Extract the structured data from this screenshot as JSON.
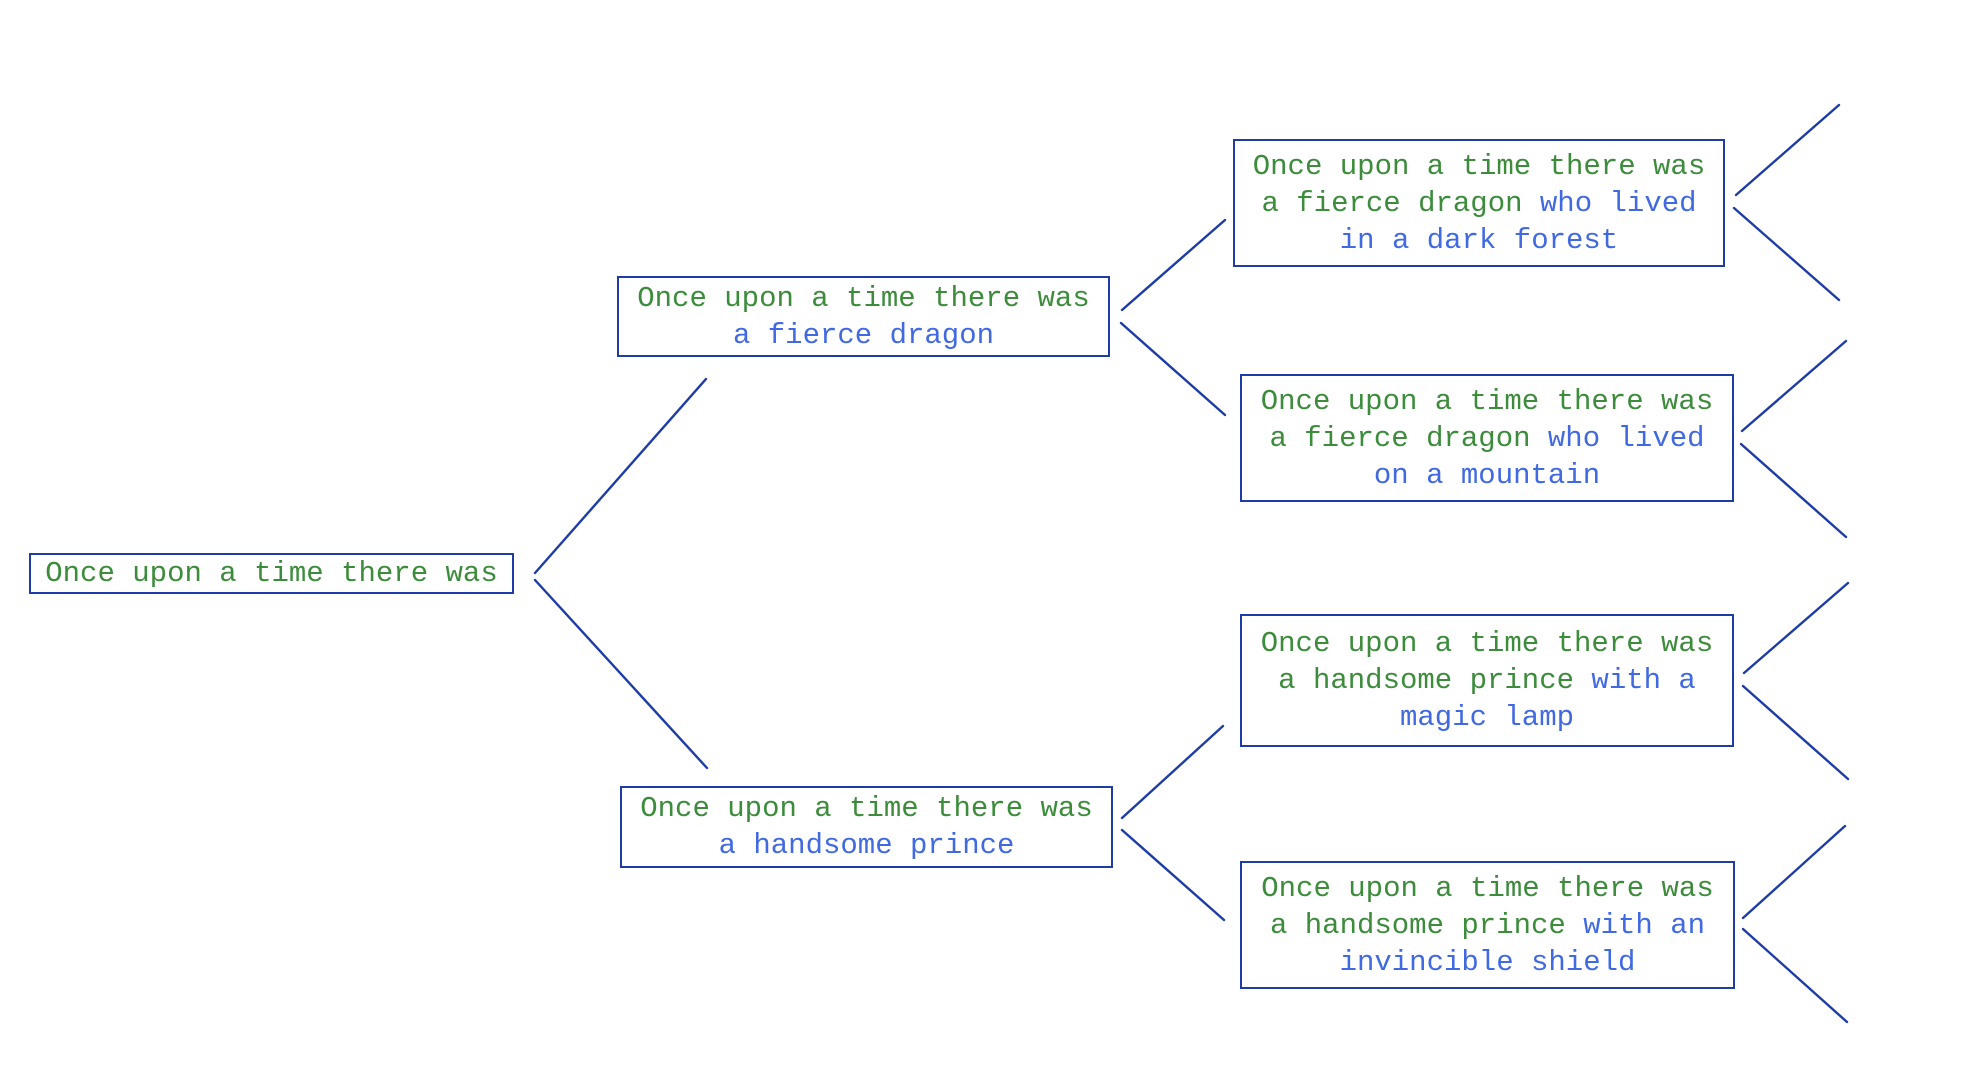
{
  "colors": {
    "prompt_text": "#3c8c3c",
    "completion_text": "#4169e1",
    "box_border_and_lines": "#1e3ca6",
    "background": "#ffffff"
  },
  "tree": {
    "prompt": "Once upon a time there was",
    "completion": "",
    "children": [
      {
        "prompt": "Once upon a time there was",
        "completion": "a fierce dragon",
        "children": [
          {
            "prompt": "Once upon a time there was a fierce dragon",
            "completion": "who lived in a dark forest"
          },
          {
            "prompt": "Once upon a time there was a fierce dragon",
            "completion": "who lived on a mountain"
          }
        ]
      },
      {
        "prompt": "Once upon a time there was",
        "completion": "a handsome prince",
        "children": [
          {
            "prompt": "Once upon a time there was a handsome prince",
            "completion": "with a magic lamp"
          },
          {
            "prompt": "Once upon a time there was a handsome prince",
            "completion": "with an invincible shield"
          }
        ]
      }
    ]
  }
}
